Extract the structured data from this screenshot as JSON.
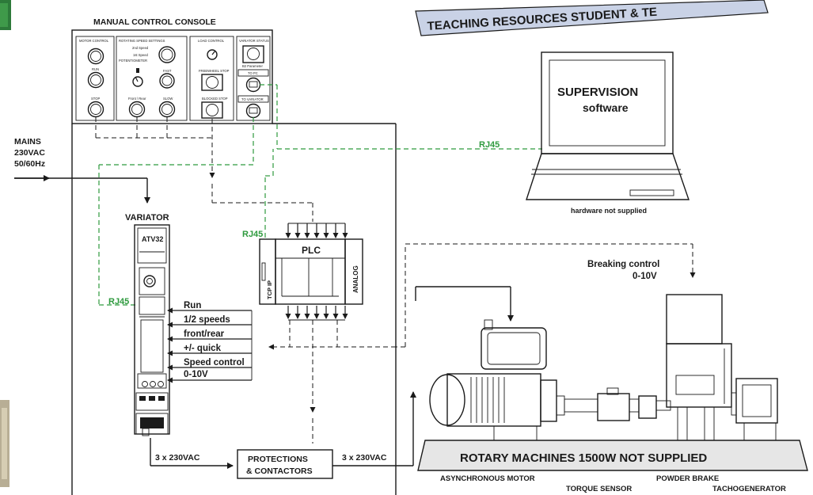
{
  "banner": {
    "text": "TEACHING RESOURCES STUDENT & TE"
  },
  "console": {
    "title": "MANUAL CONTROL CONSOLE",
    "sections": {
      "motor_control": "MOTOR CONTROL",
      "rotating_speed": "ROTATING SPEED SETTINGS",
      "load_control": "LOAD CONTROL",
      "variator_status": "VARIATOR STATUS"
    },
    "buttons": {
      "run": "RUN",
      "stop": "STOP",
      "speed2": "2nd Speed",
      "speed1": "1st Speed",
      "potentiometer": "POTENTIOMETER",
      "fast": "FAST",
      "front_rear": "Front / Rear",
      "slow": "SLOW",
      "freewheel_stop": "FREEWHEEL STOP",
      "blocked_stop": "BLOCKED STOP",
      "b2_parameter": "B2 Parameter",
      "to_pc": "TO PC",
      "to_variator": "TO VARIATOR"
    }
  },
  "mains": {
    "line1": "MAINS",
    "line2": "230VAC",
    "line3": "50/60Hz"
  },
  "variator": {
    "title": "VARIATOR",
    "model": "ATV32",
    "rj45": "RJ45"
  },
  "signals": [
    "Run",
    "1/2 speeds",
    "front/rear",
    "+/- quick",
    "Speed control",
    "0-10V"
  ],
  "plc": {
    "title": "PLC",
    "tcpip": "TCP IP",
    "analog": "ANALOG",
    "rj45": "RJ45"
  },
  "laptop": {
    "line1": "SUPERVISION",
    "line2": "software",
    "caption": "hardware not supplied",
    "rj45": "RJ45"
  },
  "braking": {
    "line1": "Breaking control",
    "line2": "0-10V"
  },
  "power": {
    "supply_left": "3 x 230VAC",
    "supply_right": "3 x 230VAC",
    "protections_1": "PROTECTIONS",
    "protections_2": "& CONTACTORS"
  },
  "machines": {
    "base_label": "ROTARY MACHINES 1500W NOT SUPPLIED",
    "async_motor": "ASYNCHRONOUS MOTOR",
    "torque_sensor": "TORQUE SENSOR",
    "powder_brake": "POWDER BRAKE",
    "tachogenerator": "TACHOGENERATOR"
  },
  "colors": {
    "line": "#1a1a1a",
    "rj45_green": "#2e9a3e",
    "banner_fill": "#c9d2e6",
    "base_fill": "#e6e6e6"
  }
}
